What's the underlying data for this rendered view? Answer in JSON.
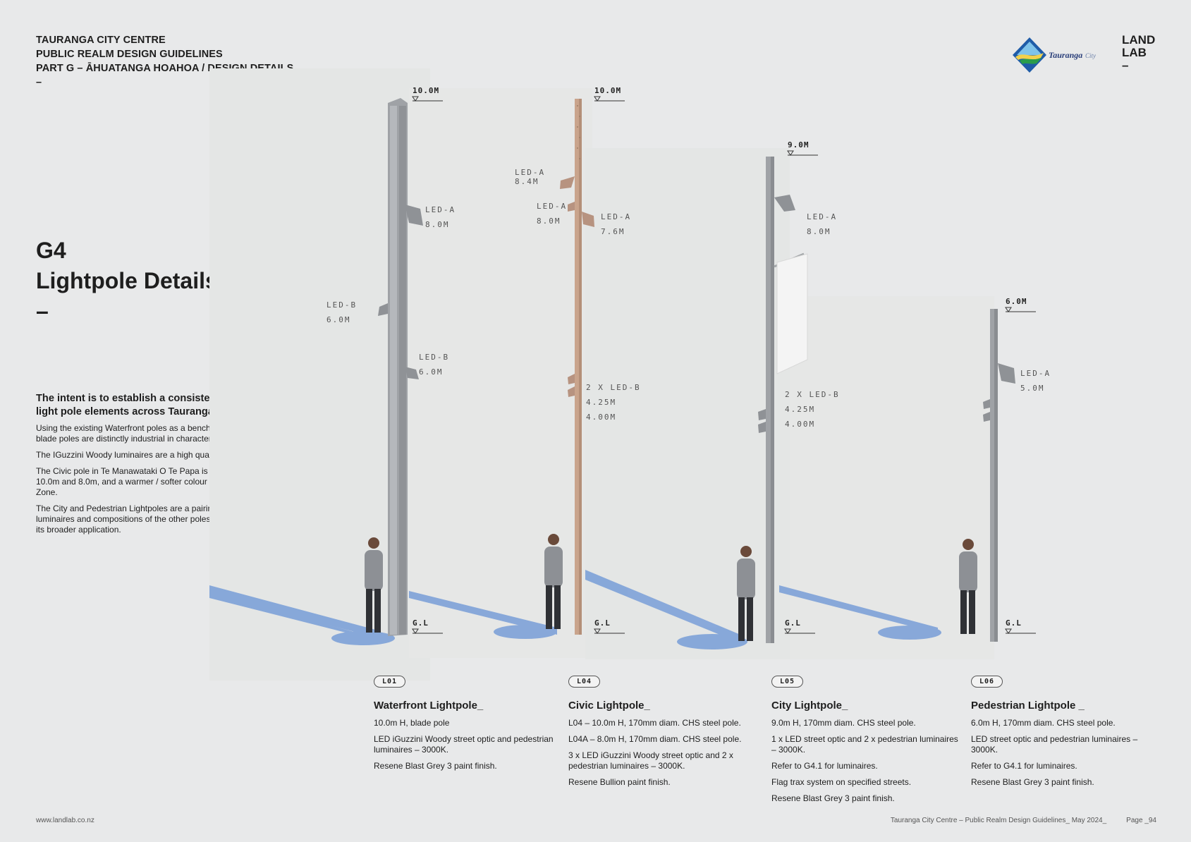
{
  "header": {
    "line1": "TAURANGA CITY CENTRE",
    "line2": "PUBLIC REALM DESIGN GUIDELINES",
    "line3": "PART G – ĀHUATANGA HOAHOA / DESIGN DETAILS",
    "dash": "–"
  },
  "section": {
    "number": "G4",
    "title": "Lightpole Details",
    "dash": "–"
  },
  "intro": {
    "lead": "The intent is to establish a consistent language of light pole elements across Tauranga City Centre.",
    "paragraphs": [
      "Using the existing Waterfront poles as a benchmark, these custom blade poles are distinctly industrial in character.",
      "The IGuzzini Woody luminaires are a high quality, robust LED fittings.",
      "The Civic pole in Te Manawataki O Te Papa is scaled to the space at 10.0m and 8.0m, and a warmer / softer colour for the Character Zone.",
      "The City and Pedestrian Lightpoles are a pairing that use the same luminaires and compositions of the other poles – while simplifying for its broader application."
    ]
  },
  "logos": {
    "council_text": "Tauranga",
    "council_sub": "City",
    "landlab_1": "LAND",
    "landlab_2": "LAB",
    "landlab_dash": "–"
  },
  "drawing": {
    "levels": {
      "l10": "10.0M",
      "l10b": "10.0M",
      "l9": "9.0M",
      "l6": "6.0M",
      "gl1": "G.L",
      "gl2": "G.L",
      "gl3": "G.L",
      "gl4": "G.L"
    },
    "labels": {
      "wf_leda": "LED-A",
      "wf_leda_h": "8.0M",
      "wf_ledb_l": "LED-B",
      "wf_ledb_l_h": "6.0M",
      "wf_ledb_r": "LED-B",
      "wf_ledb_r_h": "6.0M",
      "cv_leda1": "LED-A",
      "cv_leda1_h": "8.4M",
      "cv_leda2": "LED-A",
      "cv_leda2_h": "8.0M",
      "cv_leda3": "LED-A",
      "cv_leda3_h": "7.6M",
      "cv_ledb": "2 X LED-B",
      "cv_ledb_h1": "4.25M",
      "cv_ledb_h2": "4.00M",
      "ct_leda": "LED-A",
      "ct_leda_h": "8.0M",
      "ct_ledb": "2 X LED-B",
      "ct_ledb_h1": "4.25M",
      "ct_ledb_h2": "4.00M",
      "pd_leda": "LED-A",
      "pd_leda_h": "5.0M"
    },
    "colors": {
      "grey_pole": "#9fa2a6",
      "bullion_pole": "#c9a48c",
      "shadow": "#7ea2d8",
      "panel": "#e4e6e5"
    }
  },
  "cards": [
    {
      "code": "L01",
      "name": "Waterfront Lightpole_",
      "lines": [
        "10.0m H, blade pole",
        "LED iGuzzini Woody street optic and pedestrian luminaires – 3000K.",
        "Resene Blast Grey 3 paint finish."
      ]
    },
    {
      "code": "L04",
      "name": "Civic Lightpole_",
      "lines": [
        "L04 – 10.0m H, 170mm diam. CHS steel pole.",
        "L04A – 8.0m H, 170mm diam. CHS steel pole.",
        "3 x LED iGuzzini Woody street optic and 2 x pedestrian luminaires – 3000K.",
        "Resene Bullion paint finish."
      ]
    },
    {
      "code": "L05",
      "name": "City Lightpole_",
      "lines": [
        "9.0m H, 170mm diam. CHS steel pole.",
        "1 x LED street optic and 2 x pedestrian luminaires – 3000K.",
        "Refer to G4.1 for luminaires.",
        "Flag trax system on specified streets.",
        "Resene Blast Grey 3 paint finish."
      ]
    },
    {
      "code": "L06",
      "name": "Pedestrian Lightpole _",
      "lines": [
        "6.0m H, 170mm diam. CHS steel pole.",
        "LED street optic and pedestrian luminaires – 3000K.",
        "Refer to G4.1 for luminaires.",
        "Resene Blast Grey 3 paint finish."
      ]
    }
  ],
  "footer": {
    "website": "www.landlab.co.nz",
    "doc": "Tauranga City Centre – Public Realm Design Guidelines_ May 2024_",
    "page": "Page _94"
  }
}
